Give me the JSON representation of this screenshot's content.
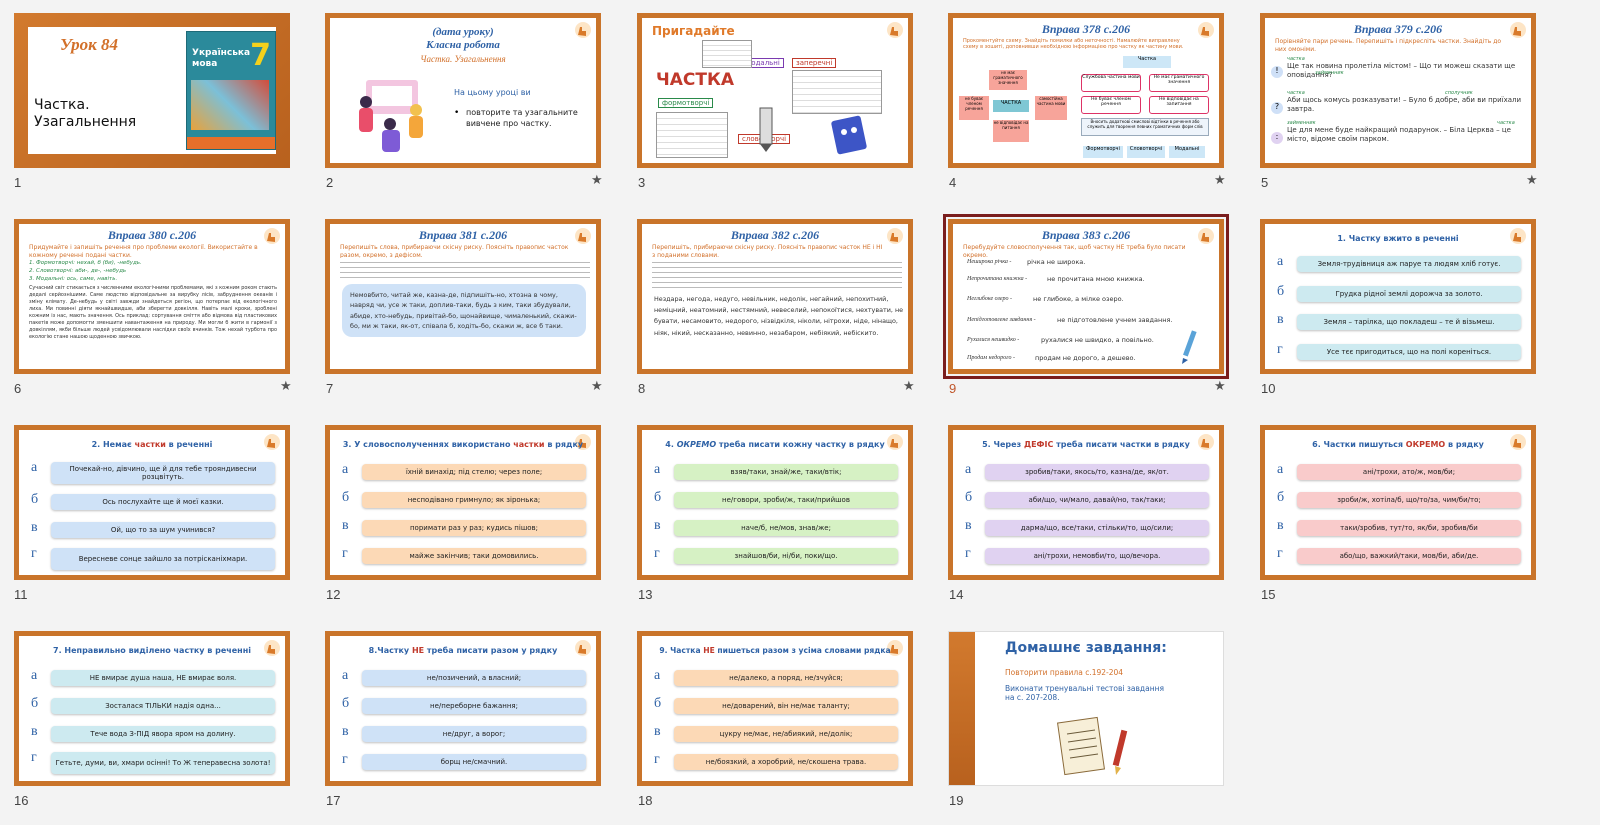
{
  "slides": [
    {
      "n": "1",
      "lesson": "Урок  84",
      "title_l1": "Частка.",
      "title_l2": "Узагальнення",
      "book_l1": "Українська",
      "book_l2": "мова",
      "book_grade": "7"
    },
    {
      "n": "2",
      "l1": "(дата уроку)",
      "l2": "Класна  робота",
      "l3": "Частка. Узагальнення",
      "intro": "На цьому уроці ви",
      "bullet": "повторите та узагальните вивчене про частку.",
      "star": "★"
    },
    {
      "n": "3",
      "title": "Пригадайте",
      "center": "ЧАСТКА",
      "tags": [
        "формотворчі",
        "модальні",
        "словотворчі",
        "заперечні"
      ]
    },
    {
      "n": "4",
      "title": "Вправа 378  с.206",
      "instr": "Прокоментуйте схему. Знайдіть помилки або неточності. Намалюйте виправлену схему в зошиті, доповнивши необхідною інформацією про частку як частину мови.",
      "top": "Частка",
      "c1": "не має граматичного значення",
      "c2": "не буває членом речення",
      "c3": "ЧАСТКА",
      "c4": "самостійна частина мови",
      "c5": "не відповідає на питання",
      "c6": "Службова частина мови",
      "c7": "Не має граматичного значення",
      "c8": "Не буває членом речення",
      "c9": "Не відповідає на запитання",
      "c10": "Вносить додаткові смислові відтінки в речення або служить для творення певних граматичних форм слів",
      "k1": "Формотворчі",
      "k2": "Словотворчі",
      "k3": "Модальні",
      "star": "★"
    },
    {
      "n": "5",
      "title": "Вправа 379  с.206",
      "instr": "Порівняйте пари речень. Перепишіть і підкресліть частки. Знайдіть до них омоніми.",
      "m1": "частка",
      "s1": "Ще так новина пролетіла містом! – Що ти можеш сказати ще оповідання?",
      "m1b": "займенник",
      "m2": "частка",
      "m2b": "сполучник",
      "s2": "Аби щось комусь розказувати! – Було б добре, аби ви приїхали завтра.",
      "m3": "займенник",
      "m3b": "частка",
      "s3": "Це для мене буде найкращий подарунок. – Біла Церква – це місто, відоме своїм парком.",
      "star": "★"
    },
    {
      "n": "6",
      "title": "Вправа 380  с.206",
      "instr": "Придумайте і запишіть речення про проблеми екології. Використайте в кожному реченні подані частки.",
      "a": "1. Формотворчі: нехай, б (би), -небудь.",
      "b": "2. Словотворчі: аби-, де-, -небудь",
      "c": "3. Модальні: ось, саме, навіть.",
      "body": "Сучасний світ стикається з численними екологічними проблемами, які з кожним роком стають дедалі серйознішими. Саме людство відповідальне за вирубку лісів, забруднення океанів і зміну клімату. Де-небудь у світі завжди знайдеться регіон, що потерпає від екологічного лиха. Ми повинні діяти якнайшвидше, аби зберегти довкілля. Навіть малі кроки, зроблені кожним із нас, мають значення. Ось приклад: сортування сміття або відмова від пластикових пакетів може допомогти зменшити навантаження на природу. Ми могли б жити в гармонії з довкіллям, якби більше людей усвідомлювали наслідки своїх вчинків. Тож нехай турбота про екологію стане нашою щоденною звичкою.",
      "star": "★"
    },
    {
      "n": "7",
      "title": "Вправа 381  с.206",
      "instr": "Перепишіть слова, прибираючи скісну риску. Поясніть правопис часток разом, окремо, з дефісом.",
      "words": "Немовбито, читай же, казна-де, підпишіть-но, хтозна в чому, навряд чи, усе ж таки, доплив-таки, будь з ким, таки збудували, абиде, хто-небудь, привітай-бо, щонайвище, чималенький, скажи-бо, ми ж таки, як-от, співала б, ходіть-бо, скажи ж, все б таки.",
      "star": "★"
    },
    {
      "n": "8",
      "title": "Вправа 382  с.206",
      "instr": "Перепишіть, прибираючи скісну риску. Поясніть правопис часток НЕ і НІ з поданими словами.",
      "words": "Нездара, негода, недуго, невільник, недолік, негайний, непохитний, неміцний, неатомний, нестямний, невеселий, непокоїтися, нехтувати, не бувати, несамовито, недорого, нізвідкіля, ніколи, нітрохи, ніде, нінащо, ніяк, нікий, несказанно, невинно, незабаром, небіякий, небіскито.",
      "star": "★"
    },
    {
      "n": "9",
      "title": "Вправа 383  с.206",
      "instr": "Перебудуйте словосполучення так, щоб частку НЕ треба було писати окремо.",
      "p1": "Неширока річка -",
      "r1": "річка не широка.",
      "p2": "Непрочитана книжка -",
      "r2": "не прочитана мною книжка.",
      "p3": "Неглибоке озеро -",
      "r3": "не глибоке, а мілке озеро.",
      "p4": "Непідготовлене завдання -",
      "r4": "не підготовлене учнем завдання.",
      "p5": "Рухалися нешвидко -",
      "r5": "рухалися не швидко, а повільно.",
      "p6": "Продам недорого -",
      "r6": "продам не дорого, а дешево.",
      "star": "★"
    },
    {
      "n": "10",
      "q": "1. Частку вжито в реченні",
      "a": "Земля-трудівниця аж паруе та людям хліб готує.",
      "b": "Грудка рідної землі дорожча за золото.",
      "c": "Земля – тарілка, що покладеш – те й візьмеш.",
      "d": "Усе тєє пригодиться, що на полі кореніться."
    },
    {
      "n": "11",
      "q1": "2. Немає ",
      "q2": "частки",
      "q3": " в реченні",
      "a": "Почекай-но, дівчино, ще й для тебе трояндивесни розцвітуть.",
      "b": "Ось послухайте ще й моєї казки.",
      "c": "Ой, що то за шум учинився?",
      "d": "Вересневе сонце зайшло за потрісканіхмари."
    },
    {
      "n": "12",
      "q1": "3. У словосполученнях використано ",
      "q2": "частки",
      "q3": " в рядку",
      "a": "їхній винахід; під стелю; через поле;",
      "b": "несподівано гримнуло; як зіронька;",
      "c": "поримати раз у раз; кудись пішов;",
      "d": "майже закінчив; таки домовились."
    },
    {
      "n": "13",
      "q1": "4. ",
      "q2": "ОКРЕМО",
      "q3": " треба писати кожну частку в рядку",
      "a": "взяв/таки, знай/же, таки/втік;",
      "b": "не/говори, зроби/ж, таки/прийшов",
      "c": "наче/б, не/мов, знав/же;",
      "d": "знайшов/би, ні/би, поки/що."
    },
    {
      "n": "14",
      "q1": "5. Через ",
      "q2": "ДЕФІС",
      "q3": " треба писати частки в рядку",
      "a": "зробив/таки, якось/то, казна/де, як/от.",
      "b": "аби/що, чи/мало, давай/но, так/таки;",
      "c": "дарма/що, все/таки, стільки/то, що/сили;",
      "d": "ані/трохи, немовби/то, що/вечора."
    },
    {
      "n": "15",
      "q1": "6. Частки пишуться ",
      "q2": "ОКРЕМО",
      "q3": " в рядку",
      "a": "ані/трохи, ато/ж, мов/би;",
      "b": "зроби/ж, хотіла/б, що/то/за, чим/би/то;",
      "c": "таки/зробив, тут/то, як/би, зробив/би",
      "d": "або/що, важкий/таки, мов/би, аби/де."
    },
    {
      "n": "16",
      "q": "7. Неправильно виділено частку в реченні",
      "a": "НЕ вмирає душа наша, НЕ вмирає воля.",
      "b": "Зосталася ТІЛЬКИ надія одна...",
      "c": "Тече вода З-ПІД явора яром на долину.",
      "d": "Гетьте, думи, ви, хмари осінні! То Ж теперавесна золота!"
    },
    {
      "n": "17",
      "q1": "8.Частку ",
      "q2": "НЕ",
      "q3": " треба писати разом у рядку",
      "a": "не/позичений, а власний;",
      "b": "не/переборне бажання;",
      "c": "не/друг, а ворог;",
      "d": "борщ не/смачний."
    },
    {
      "n": "18",
      "q1": "9. Частка ",
      "q2": "НЕ",
      "q3": " пишеться разом з усіма словами рядка",
      "a": "не/далеко, а поряд, не/зчуйся;",
      "b": "не/доварений, він не/має таланту;",
      "c": "цукру не/має, не/абиякий, не/долік;",
      "d": "не/боязкий, а хоробрий, не/скошена трава."
    },
    {
      "n": "19",
      "title": "Домашнє завдання:",
      "line1": "Повторити правила с.192-204",
      "line2": "Виконати тренувальні тестові завдання на с. 207-208."
    }
  ],
  "letters": [
    "а",
    "б",
    "в",
    "г"
  ],
  "colors": {
    "frame": "#c9742a",
    "title": "#2f62a6",
    "accent": "#d2702a",
    "selected": "#7a1d1d"
  },
  "icons": [
    "hand-pointer-icon",
    "star-icon",
    "pen-icon",
    "notebook-icon"
  ]
}
